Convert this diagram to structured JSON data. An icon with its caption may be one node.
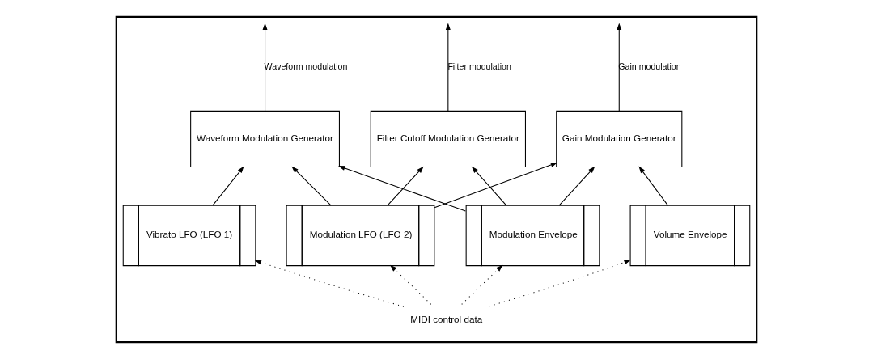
{
  "diagram": {
    "nodes": [
      {
        "text": [],
        "shape": "box"
      },
      {
        "text": [
          "Waveform Modulation Generator"
        ],
        "in": 0
      },
      {
        "text": [
          "Filter Cutoff Modulation Generator"
        ],
        "in": 0
      },
      {
        "text": [
          "Gain Modulation Generator"
        ],
        "in": 0
      },
      {
        "text": [
          "Vibrato LFO (LFO 1)"
        ],
        "in": 0
      },
      {
        "text": [
          "Modulation LFO (LFO 2)"
        ],
        "in": 0
      },
      {
        "text": [
          "Modulation Envelope"
        ],
        "in": 0
      },
      {
        "text": [
          "Volume Envelope"
        ],
        "in": 0
      },
      {
        "text": [
          "MIDI control data"
        ],
        "in": 0
      }
    ],
    "edges": [
      {
        "from": 1,
        "to": null,
        "arrow": "to",
        "label": "Waveform modulation"
      },
      {
        "from": 2,
        "to": null,
        "arrow": "to",
        "label": "Filter modulation"
      },
      {
        "from": 3,
        "to": null,
        "arrow": "to",
        "label": "Gain modulation"
      },
      {
        "from": 4,
        "to": 1,
        "arrow": "to"
      },
      {
        "from": 5,
        "to": 1,
        "arrow": "to"
      },
      {
        "from": 5,
        "to": 2,
        "arrow": "to"
      },
      {
        "from": 5,
        "to": 3,
        "arrow": "to"
      },
      {
        "from": 6,
        "to": 1,
        "arrow": "to"
      },
      {
        "from": 6,
        "to": 2,
        "arrow": "to"
      },
      {
        "from": 6,
        "to": 3,
        "arrow": "to"
      },
      {
        "from": 7,
        "to": 3,
        "arrow": "to"
      },
      {
        "from": 8,
        "to": 4,
        "arrow": "to",
        "style": "dashed"
      },
      {
        "from": 8,
        "to": 5,
        "arrow": "to",
        "style": "dashed"
      },
      {
        "from": 8,
        "to": 6,
        "arrow": "to",
        "style": "dashed"
      },
      {
        "from": 8,
        "to": 7,
        "arrow": "to",
        "style": "dashed"
      }
    ]
  }
}
